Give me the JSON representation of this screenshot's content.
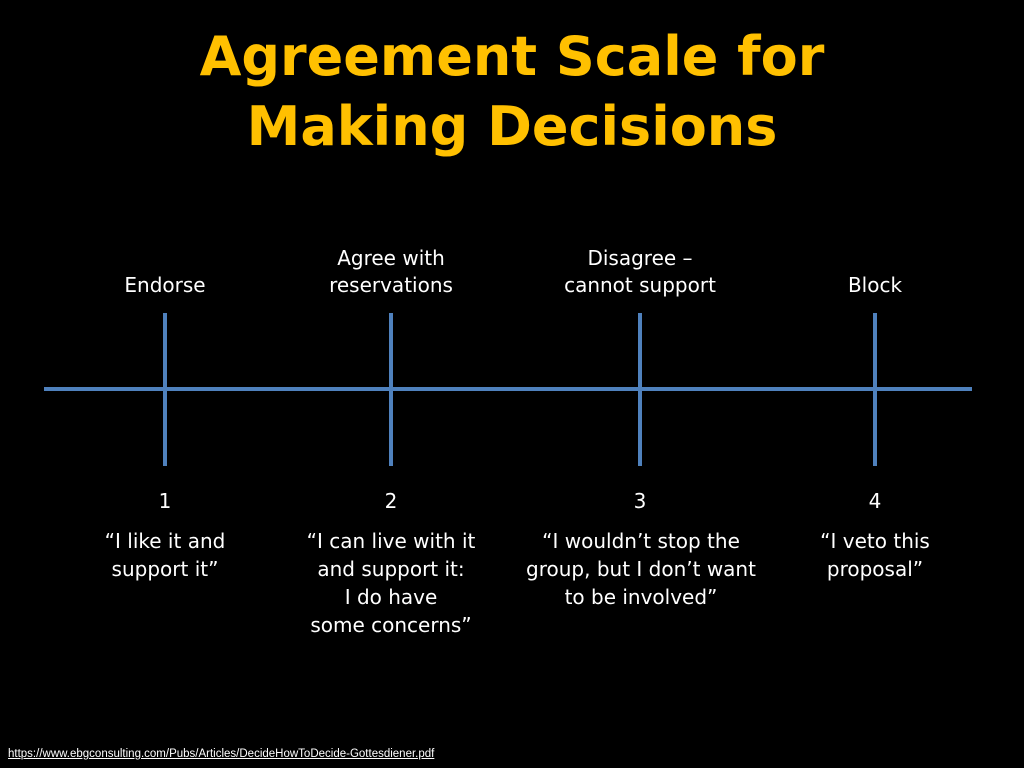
{
  "title": {
    "line1": "Agreement Scale for",
    "line2": "Making Decisions"
  },
  "colors": {
    "background": "#000000",
    "title": "#ffc000",
    "text": "#ffffff",
    "scale_line": "#4f81bd"
  },
  "points": [
    {
      "label_lines": [
        "",
        "Endorse"
      ],
      "number": "1",
      "quote_lines": [
        "“I like it and",
        "support it”"
      ]
    },
    {
      "label_lines": [
        "Agree with",
        "reservations"
      ],
      "number": "2",
      "quote_lines": [
        "“I can live with it",
        "and support it:",
        "I do have",
        "some concerns”"
      ]
    },
    {
      "label_lines": [
        "Disagree –",
        "cannot support"
      ],
      "number": "3",
      "quote_lines": [
        "“I wouldn’t stop the",
        "group, but I don’t want",
        "to be involved”"
      ]
    },
    {
      "label_lines": [
        "",
        "Block"
      ],
      "number": "4",
      "quote_lines": [
        "“I veto this",
        "proposal”"
      ]
    }
  ],
  "source_link": "https://www.ebgconsulting.com/Pubs/Articles/DecideHowToDecide-Gottesdiener.pdf"
}
